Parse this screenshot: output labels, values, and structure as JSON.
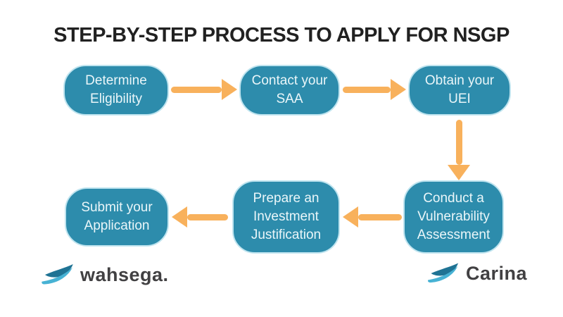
{
  "title": "STEP-BY-STEP PROCESS TO APPLY FOR NSGP",
  "steps": [
    {
      "id": 1,
      "label": "Determine Eligibility"
    },
    {
      "id": 2,
      "label": "Contact your SAA"
    },
    {
      "id": 3,
      "label": "Obtain your UEI"
    },
    {
      "id": 4,
      "label": "Conduct a Vulnerability Assessment"
    },
    {
      "id": 5,
      "label": "Prepare an Investment Justification"
    },
    {
      "id": 6,
      "label": "Submit your Application"
    }
  ],
  "arrows": [
    {
      "from": 1,
      "to": 2,
      "direction": "right"
    },
    {
      "from": 2,
      "to": 3,
      "direction": "right"
    },
    {
      "from": 3,
      "to": 4,
      "direction": "down"
    },
    {
      "from": 4,
      "to": 5,
      "direction": "left"
    },
    {
      "from": 5,
      "to": 6,
      "direction": "left"
    }
  ],
  "logos": {
    "left": {
      "text": "wahsega."
    },
    "right": {
      "text": "Carina"
    }
  },
  "colors": {
    "box_fill": "#2d8cac",
    "box_rim": "#bfe4ef",
    "box_text": "#eaf6f9",
    "arrow": "#f8b15c",
    "title_text": "#212121",
    "logo_text": "#414042",
    "swoosh_dark": "#1f7394",
    "swoosh_light": "#47b2d4",
    "background": "#ffffff"
  }
}
